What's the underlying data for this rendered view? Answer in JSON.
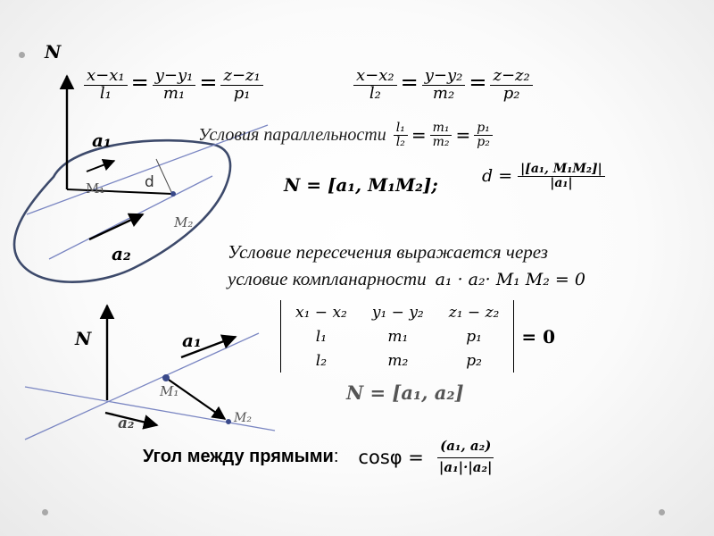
{
  "bullets": {
    "top_left": "•",
    "bottom_left": "•",
    "bottom_right": "•"
  },
  "labels": {
    "N_top": "N",
    "a1_top": "a₁",
    "M1_top": "M₁",
    "d_top": "d",
    "M2_top": "M₂",
    "a2_top": "a₂",
    "N_bottom": "N",
    "a1_bottom": "a₁",
    "M1_bottom": "M₁",
    "a2_bottom": "a₂",
    "M2_bottom": "M₂"
  },
  "equations": {
    "line1": {
      "num1": "x−x₁",
      "den1": "l₁",
      "num2": "y−y₁",
      "den2": "m₁",
      "num3": "z−z₁",
      "den3": "p₁"
    },
    "line2": {
      "num1": "x−x₂",
      "den1": "l₂",
      "num2": "y−y₂",
      "den2": "m₂",
      "num3": "z−z₂",
      "den3": "p₂"
    },
    "eq_sign": "="
  },
  "parallel": {
    "text": "Условия параллельности",
    "n1": "l₁",
    "d1": "l₂",
    "n2": "m₁",
    "d2": "m₂",
    "n3": "p₁",
    "d3": "p₂"
  },
  "normal_formula": {
    "text": "N = [a₁,  M₁M₂];",
    "d_lhs": "d =",
    "d_num": "|[a₁,  M₁M₂]|",
    "d_den": "|a₁|"
  },
  "intersection": {
    "line1": "Условие пересечения выражается через",
    "line2": "условие компланарности",
    "formula": "a₁ · a₂· M₁ M₂ = 0"
  },
  "determinant": {
    "rows": [
      [
        "x₁ − x₂",
        "y₁ − y₂",
        "z₁ − z₂"
      ],
      [
        "l₁",
        "m₁",
        "p₁"
      ],
      [
        "l₂",
        "m₂",
        "p₂"
      ]
    ],
    "result": "= 0"
  },
  "normal_ab": "N = [a₁, a₂]",
  "angle": {
    "label": "Угол между прямыми",
    "colon": ":",
    "lhs": "cosφ =",
    "num": "(a₁, a₂)",
    "den": "|a₁|·|a₂|"
  }
}
